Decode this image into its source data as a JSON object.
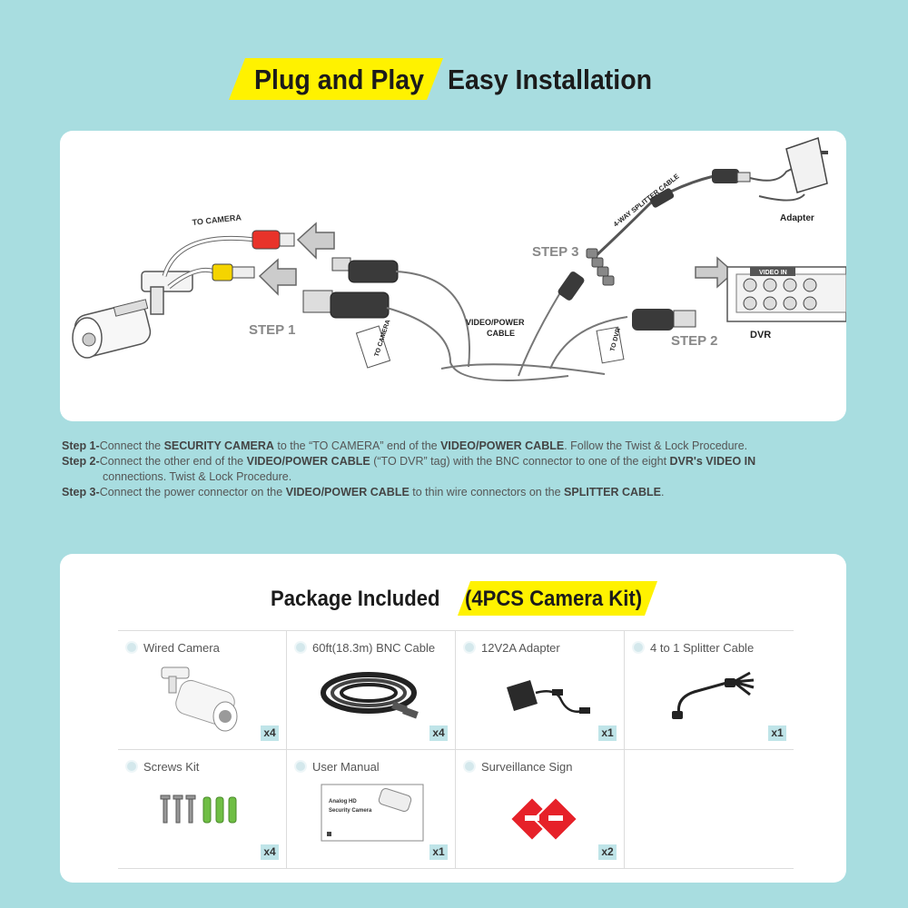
{
  "title": {
    "highlight": "Plug and Play",
    "rest": "Easy Installation"
  },
  "diagram": {
    "to_camera": "TO CAMERA",
    "step1": "STEP 1",
    "step2": "STEP 2",
    "step3": "STEP 3",
    "video_power_1": "VIDEO/POWER",
    "video_power_2": "CABLE",
    "tag_camera": "TO CAMERA",
    "tag_dvr": "TO DVR",
    "splitter": "4-WAY SPLITTER CABLE",
    "adapter": "Adapter",
    "dvr": "DVR",
    "video_in": "VIDEO IN"
  },
  "steps": {
    "s1": {
      "label": "Step 1-",
      "t1": "Connect the ",
      "b1": "SECURITY CAMERA",
      "t2": " to the “TO CAMERA” end of the ",
      "b2": "VIDEO/POWER CABLE",
      "t3": ". Follow the Twist & Lock Procedure."
    },
    "s2": {
      "label": "Step 2-",
      "t1": "Connect the other end of the ",
      "b1": "VIDEO/POWER CABLE",
      "t2": " (“TO DVR” tag) with the BNC connector to one of the eight ",
      "b2": "DVR's VIDEO IN",
      "t3": "connections. Twist & Lock Procedure."
    },
    "s3": {
      "label": "Step 3-",
      "t1": "Connect the power connector on the ",
      "b1": "VIDEO/POWER CABLE",
      "t2": " to thin wire connectors on the ",
      "b2": "SPLITTER CABLE",
      "t3": "."
    }
  },
  "package": {
    "title": "Package Included",
    "highlight": "(4PCS Camera Kit)",
    "items": [
      {
        "label": "Wired Camera",
        "qty": "x4",
        "icon": "camera-icon"
      },
      {
        "label": "60ft(18.3m) BNC Cable",
        "qty": "x4",
        "icon": "cable-icon"
      },
      {
        "label": "12V2A Adapter",
        "qty": "x1",
        "icon": "adapter-icon"
      },
      {
        "label": "4 to 1 Splitter Cable",
        "qty": "x1",
        "icon": "splitter-icon"
      },
      {
        "label": "Screws Kit",
        "qty": "x4",
        "icon": "screws-icon"
      },
      {
        "label": "User Manual",
        "qty": "x1",
        "icon": "manual-icon"
      },
      {
        "label": "Surveillance Sign",
        "qty": "x2",
        "icon": "sign-icon"
      }
    ],
    "manual_cover_1": "Analog HD",
    "manual_cover_2": "Security Camera"
  },
  "colors": {
    "background": "#a8dde0",
    "highlight": "#fff200",
    "qty_badge": "#bfe4e8"
  }
}
